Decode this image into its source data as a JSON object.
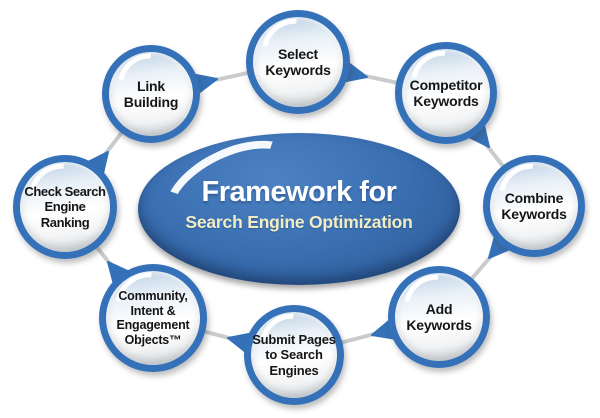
{
  "center": {
    "title": "Framework for",
    "subtitle": "Search Engine Optimization"
  },
  "nodes": [
    {
      "id": "select-keywords",
      "label": "Select\nKeywords"
    },
    {
      "id": "competitor-keywords",
      "label": "Competitor\nKeywords"
    },
    {
      "id": "combine-keywords",
      "label": "Combine\nKeywords"
    },
    {
      "id": "add-keywords",
      "label": "Add\nKeywords"
    },
    {
      "id": "submit-pages",
      "label": "Submit Pages\nto Search\nEngines"
    },
    {
      "id": "community-objects",
      "label": "Community,\nIntent &\nEngagement\nObjects™"
    },
    {
      "id": "check-ranking",
      "label": "Check Search\nEngine Ranking"
    },
    {
      "id": "link-building",
      "label": "Link\nBuilding"
    }
  ],
  "flow": {
    "direction": "clockwise",
    "sequence": [
      "Select Keywords",
      "Competitor Keywords",
      "Combine Keywords",
      "Add Keywords",
      "Submit Pages to Search Engines",
      "Community, Intent & Engagement Objects™",
      "Check Search Engine Ranking",
      "Link Building",
      "Select Keywords"
    ]
  },
  "colors": {
    "node_ring_blue": "#3471b8",
    "ellipse_blue": "#3a6fb2",
    "connector_gray": "#c9cbcd",
    "title_white": "#ffffff",
    "subtitle_cream": "#f2edc3",
    "label_black": "#151515",
    "background": "#ffffff"
  }
}
